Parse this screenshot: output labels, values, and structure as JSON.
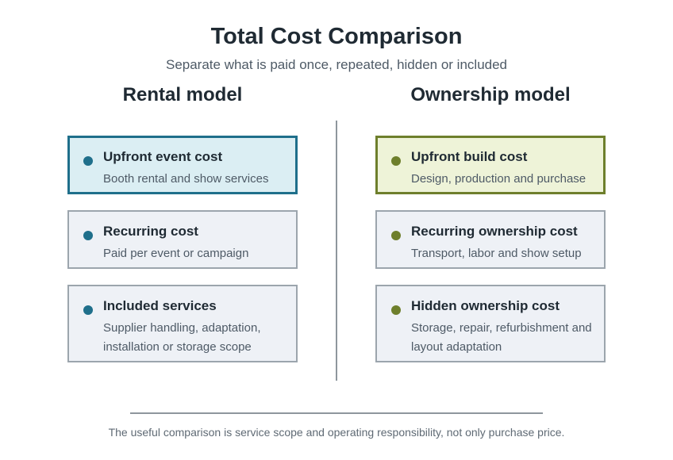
{
  "title": "Total Cost Comparison",
  "subtitle": "Separate what is paid once, repeated, hidden or included",
  "colors": {
    "rental_accent": "#1f6f8b",
    "ownership_accent": "#6e7f2c",
    "card_bg": "#eef1f6",
    "card_border": "#9ca5ad"
  },
  "rental": {
    "heading": "Rental model",
    "cards": [
      {
        "title": "Upfront event cost",
        "desc": "Booth rental and show services"
      },
      {
        "title": "Recurring cost",
        "desc": "Paid per event or campaign"
      },
      {
        "title": "Included services",
        "desc": "Supplier handling, adaptation, installation or storage scope"
      }
    ]
  },
  "ownership": {
    "heading": "Ownership model",
    "cards": [
      {
        "title": "Upfront build cost",
        "desc": "Design, production and purchase"
      },
      {
        "title": "Recurring ownership cost",
        "desc": "Transport, labor and show setup"
      },
      {
        "title": "Hidden ownership cost",
        "desc": "Storage, repair, refurbishment and layout adaptation"
      }
    ]
  },
  "footnote": "The useful comparison is service scope and operating responsibility, not only purchase price."
}
